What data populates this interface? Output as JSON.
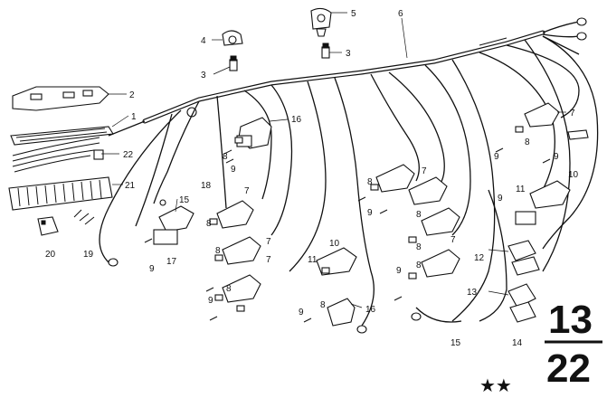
{
  "labels": {
    "l1": "1",
    "l2": "2",
    "l3a": "3",
    "l3b": "3",
    "l4": "4",
    "l5": "5",
    "l6": "6",
    "l7a": "7",
    "l7b": "7",
    "l7c": "7",
    "l7d": "7",
    "l7e": "7",
    "l7f": "7",
    "l8a": "8",
    "l8b": "8",
    "l8c": "8",
    "l8d": "8",
    "l8e": "8",
    "l8f": "8",
    "l8g": "8",
    "l8h": "8",
    "l8i": "8",
    "l8j": "8",
    "l9a": "9",
    "l9b": "9",
    "l9c": "9",
    "l9d": "9",
    "l9e": "9",
    "l9f": "9",
    "l9g": "9",
    "l9h": "9",
    "l9i": "9",
    "l10a": "10",
    "l10b": "10",
    "l11a": "11",
    "l11b": "11",
    "l12": "12",
    "l13": "13",
    "l14": "14",
    "l15a": "15",
    "l15b": "15",
    "l16a": "16",
    "l16b": "16",
    "l17": "17",
    "l18": "18",
    "l19": "19",
    "l20": "20",
    "l21": "21",
    "l22": "22"
  },
  "page_ref": {
    "numerator": "13",
    "denominator": "22"
  },
  "marker": "★★"
}
